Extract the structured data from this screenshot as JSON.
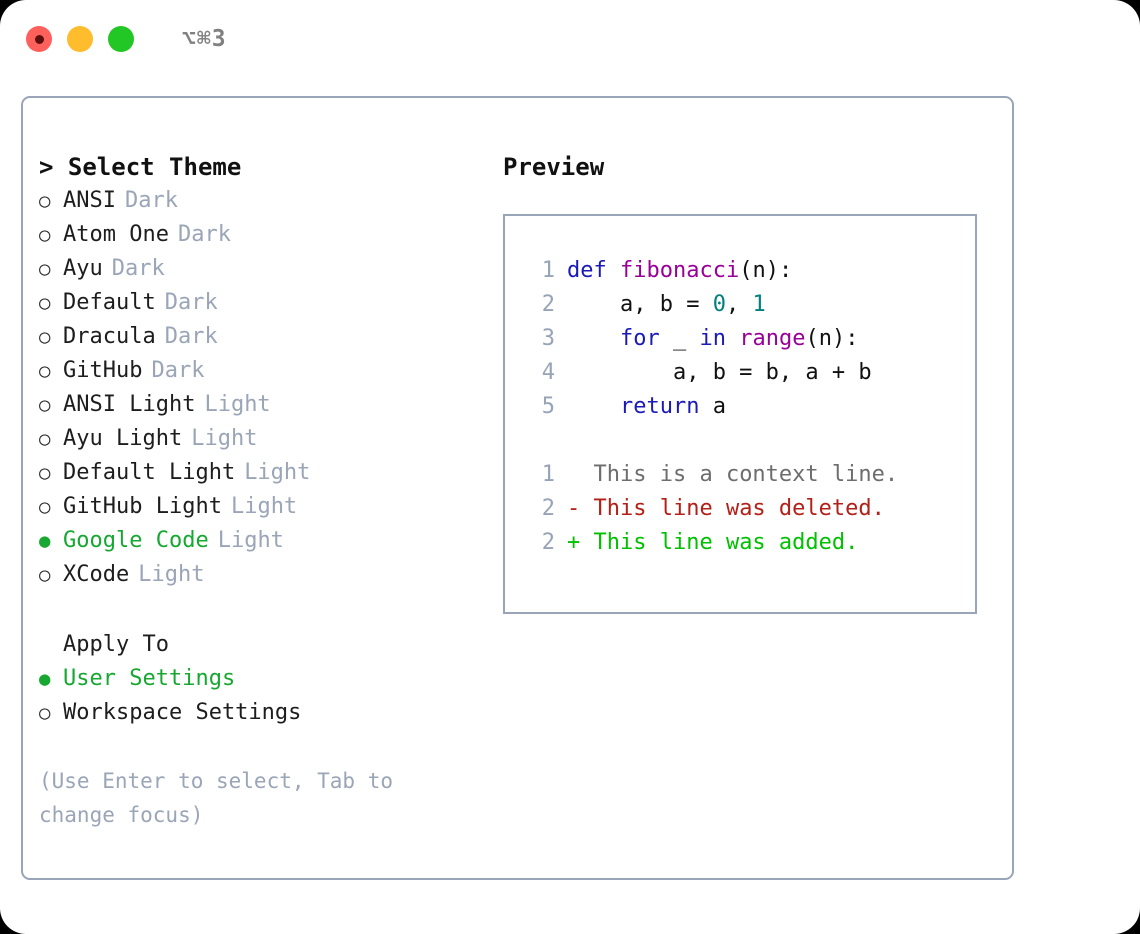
{
  "window": {
    "shortcut": "⌥⌘3",
    "traffic_lights": [
      {
        "name": "close",
        "color": "#ff605c"
      },
      {
        "name": "minimize",
        "color": "#ffbd2e"
      },
      {
        "name": "maximize",
        "color": "#23c725"
      }
    ]
  },
  "theme_picker": {
    "caret": ">",
    "header": "Select Theme",
    "marker_selected": "●",
    "marker_unselected": "○",
    "accent_color": "#16a830",
    "tag_color": "#9aa5b8",
    "items": [
      {
        "label": "ANSI",
        "tag": "Dark",
        "selected": false
      },
      {
        "label": "Atom One",
        "tag": "Dark",
        "selected": false
      },
      {
        "label": "Ayu",
        "tag": "Dark",
        "selected": false
      },
      {
        "label": "Default",
        "tag": "Dark",
        "selected": false
      },
      {
        "label": "Dracula",
        "tag": "Dark",
        "selected": false
      },
      {
        "label": "GitHub",
        "tag": "Dark",
        "selected": false
      },
      {
        "label": "ANSI Light",
        "tag": "Light",
        "selected": false
      },
      {
        "label": "Ayu Light",
        "tag": "Light",
        "selected": false
      },
      {
        "label": "Default Light",
        "tag": "Light",
        "selected": false
      },
      {
        "label": "GitHub Light",
        "tag": "Light",
        "selected": false
      },
      {
        "label": "Google Code",
        "tag": "Light",
        "selected": true
      },
      {
        "label": "XCode",
        "tag": "Light",
        "selected": false
      }
    ]
  },
  "apply_to": {
    "header": "Apply To",
    "items": [
      {
        "label": "User Settings",
        "selected": true
      },
      {
        "label": "Workspace Settings",
        "selected": false
      }
    ]
  },
  "hint": "(Use Enter to select, Tab to change focus)",
  "preview": {
    "title": "Preview",
    "code_lines": [
      {
        "number": "1",
        "tokens": [
          {
            "text": "def ",
            "kind": "kw"
          },
          {
            "text": "fibonacci",
            "kind": "fn"
          },
          {
            "text": "(n):",
            "kind": "plain"
          }
        ]
      },
      {
        "number": "2",
        "tokens": [
          {
            "text": "    a, b = ",
            "kind": "plain"
          },
          {
            "text": "0",
            "kind": "num"
          },
          {
            "text": ", ",
            "kind": "plain"
          },
          {
            "text": "1",
            "kind": "num"
          }
        ]
      },
      {
        "number": "3",
        "tokens": [
          {
            "text": "    ",
            "kind": "plain"
          },
          {
            "text": "for",
            "kind": "kw"
          },
          {
            "text": " _ ",
            "kind": "plain"
          },
          {
            "text": "in",
            "kind": "kw"
          },
          {
            "text": " ",
            "kind": "plain"
          },
          {
            "text": "range",
            "kind": "fn"
          },
          {
            "text": "(n):",
            "kind": "plain"
          }
        ]
      },
      {
        "number": "4",
        "tokens": [
          {
            "text": "        a, b = b, a + b",
            "kind": "plain"
          }
        ]
      },
      {
        "number": "5",
        "tokens": [
          {
            "text": "    ",
            "kind": "plain"
          },
          {
            "text": "return",
            "kind": "kw"
          },
          {
            "text": " a",
            "kind": "plain"
          }
        ]
      }
    ],
    "diff_lines": [
      {
        "number": "1",
        "sign": " ",
        "text": " This is a context line.",
        "kind": "ctx"
      },
      {
        "number": "2",
        "sign": "-",
        "text": " This line was deleted.",
        "kind": "del"
      },
      {
        "number": "2",
        "sign": "+",
        "text": " This line was added.",
        "kind": "add"
      }
    ]
  }
}
